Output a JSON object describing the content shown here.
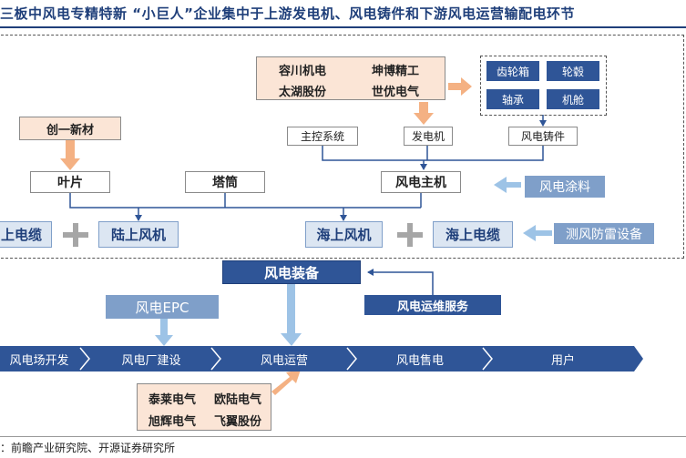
{
  "title": "三板中风电专精特新 “小巨人”企业集中于上游发电机、风电铸件和下游风电运营输配电环节",
  "upstream_companies": [
    "容川机电",
    "坤博精工",
    "太湖股份",
    "世优电气"
  ],
  "components": [
    "齿轮箱",
    "轮毂",
    "轴承",
    "机舱"
  ],
  "material": "创一新材",
  "subsystems": {
    "control": "主控系统",
    "generator": "发电机",
    "casting": "风电铸件"
  },
  "parts": {
    "blade": "叶片",
    "tower": "塔筒",
    "main_unit": "风电主机"
  },
  "coating": "风电涂料",
  "lightning": "测风防雷设备",
  "assemblies": {
    "land_cable": "上电缆",
    "onshore": "陆上风机",
    "offshore": "海上风机",
    "sea_cable": "海上电缆"
  },
  "equipment": "风电装备",
  "maintenance": "风电运维服务",
  "epc": "风电EPC",
  "chain": [
    "风电场开发",
    "风电厂建设",
    "风电运营",
    "风电售电",
    "用户"
  ],
  "downstream_companies": [
    "泰莱电气",
    "欧陆电气",
    "旭辉电气",
    "飞翼股份"
  ],
  "source": "：前瞻产业研究院、开源证券研究所",
  "colors": {
    "dark_blue": "#2f5597",
    "mid_blue": "#7f9fc9",
    "light_blue": "#dce6f2",
    "tan": "#fbe5d6",
    "orange_arrow": "#f4b183"
  }
}
